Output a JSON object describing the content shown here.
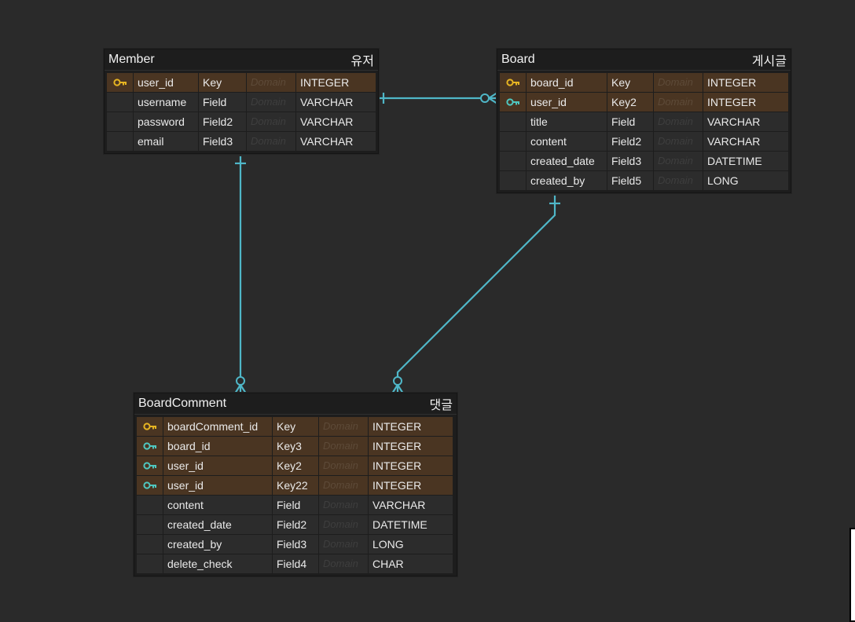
{
  "tables": [
    {
      "id": "member",
      "name": "Member",
      "logical": "유저",
      "rows": [
        {
          "key": "primary",
          "icon": "key-primary-icon",
          "column": "user_id",
          "field": "Key",
          "domain": "Domain",
          "type": "INTEGER"
        },
        {
          "key": "none",
          "icon": "",
          "column": "username",
          "field": "Field",
          "domain": "Domain",
          "type": "VARCHAR"
        },
        {
          "key": "none",
          "icon": "",
          "column": "password",
          "field": "Field2",
          "domain": "Domain",
          "type": "VARCHAR"
        },
        {
          "key": "none",
          "icon": "",
          "column": "email",
          "field": "Field3",
          "domain": "Domain",
          "type": "VARCHAR"
        }
      ]
    },
    {
      "id": "board",
      "name": "Board",
      "logical": "게시글",
      "rows": [
        {
          "key": "primary",
          "icon": "key-primary-icon",
          "column": "board_id",
          "field": "Key",
          "domain": "Domain",
          "type": "INTEGER"
        },
        {
          "key": "foreign",
          "icon": "key-foreign-icon",
          "column": "user_id",
          "field": "Key2",
          "domain": "Domain",
          "type": "INTEGER"
        },
        {
          "key": "none",
          "icon": "",
          "column": "title",
          "field": "Field",
          "domain": "Domain",
          "type": "VARCHAR"
        },
        {
          "key": "none",
          "icon": "",
          "column": "content",
          "field": "Field2",
          "domain": "Domain",
          "type": "VARCHAR"
        },
        {
          "key": "none",
          "icon": "",
          "column": "created_date",
          "field": "Field3",
          "domain": "Domain",
          "type": "DATETIME"
        },
        {
          "key": "none",
          "icon": "",
          "column": "created_by",
          "field": "Field5",
          "domain": "Domain",
          "type": "LONG"
        }
      ]
    },
    {
      "id": "boardcomment",
      "name": "BoardComment",
      "logical": "댓글",
      "rows": [
        {
          "key": "primary",
          "icon": "key-primary-icon",
          "column": "boardComment_id",
          "field": "Key",
          "domain": "Domain",
          "type": "INTEGER"
        },
        {
          "key": "foreign",
          "icon": "key-foreign-icon",
          "column": "board_id",
          "field": "Key3",
          "domain": "Domain",
          "type": "INTEGER"
        },
        {
          "key": "foreign",
          "icon": "key-foreign-icon",
          "column": "user_id",
          "field": "Key2",
          "domain": "Domain",
          "type": "INTEGER"
        },
        {
          "key": "foreign",
          "icon": "key-foreign-icon",
          "column": "user_id",
          "field": "Key22",
          "domain": "Domain",
          "type": "INTEGER"
        },
        {
          "key": "none",
          "icon": "",
          "column": "content",
          "field": "Field",
          "domain": "Domain",
          "type": "VARCHAR"
        },
        {
          "key": "none",
          "icon": "",
          "column": "created_date",
          "field": "Field2",
          "domain": "Domain",
          "type": "DATETIME"
        },
        {
          "key": "none",
          "icon": "",
          "column": "created_by",
          "field": "Field3",
          "domain": "Domain",
          "type": "LONG"
        },
        {
          "key": "none",
          "icon": "",
          "column": "delete_check",
          "field": "Field4",
          "domain": "Domain",
          "type": "CHAR"
        }
      ]
    }
  ],
  "relationships": [
    {
      "id": "member-board",
      "from": "Member",
      "to": "Board",
      "from_cardinality": "one",
      "to_cardinality": "zero-or-many"
    },
    {
      "id": "member-boardcomment",
      "from": "Member",
      "to": "BoardComment",
      "from_cardinality": "one",
      "to_cardinality": "zero-or-many"
    },
    {
      "id": "board-boardcomment",
      "from": "Board",
      "to": "BoardComment",
      "from_cardinality": "one",
      "to_cardinality": "zero-or-many"
    }
  ],
  "colors": {
    "background": "#2a2a2a",
    "table": "#1d1d1d",
    "cell": "#2c2c2c",
    "key_row": "#4a3522",
    "primary_key_icon": "#e6b422",
    "foreign_key_icon": "#4fc7c0",
    "relationship_line": "#4fb7c8"
  }
}
